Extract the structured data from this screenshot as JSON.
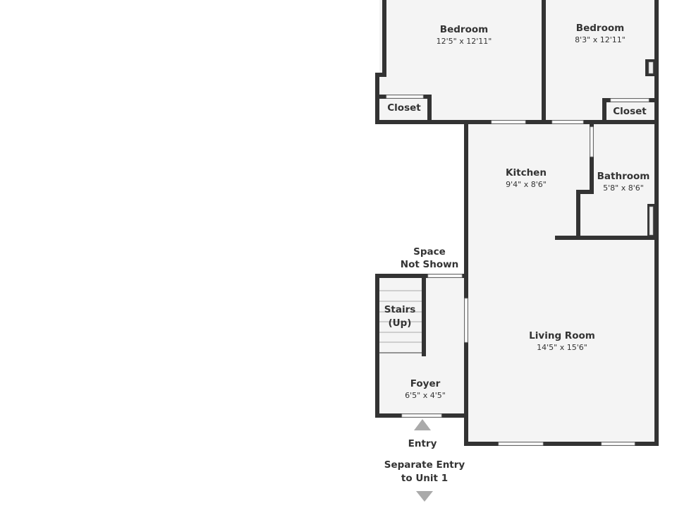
{
  "rooms": [
    {
      "name": "Bedroom",
      "dims": "12'5\" x 12'11\""
    },
    {
      "name": "Bedroom",
      "dims": "8'3\" x 12'11\""
    },
    {
      "name": "Closet"
    },
    {
      "name": "Closet"
    },
    {
      "name": "Kitchen",
      "dims": "9'4\" x 8'6\""
    },
    {
      "name": "Bathroom",
      "dims": "5'8\" x 8'6\""
    },
    {
      "name": "Living Room",
      "dims": "14'5\" x 15'6\""
    },
    {
      "name": "Foyer",
      "dims": "6'5\" x 4'5\""
    },
    {
      "name_line1": "Stairs",
      "name_line2": "(Up)"
    }
  ],
  "labels": {
    "space_line1": "Space",
    "space_line2": "Not Shown",
    "entry": "Entry",
    "separate_line1": "Separate Entry",
    "separate_line2": "to Unit 1"
  },
  "colors": {
    "wall": "#333333",
    "floor": "#f4f4f4",
    "arrow": "#aaaaaa"
  }
}
